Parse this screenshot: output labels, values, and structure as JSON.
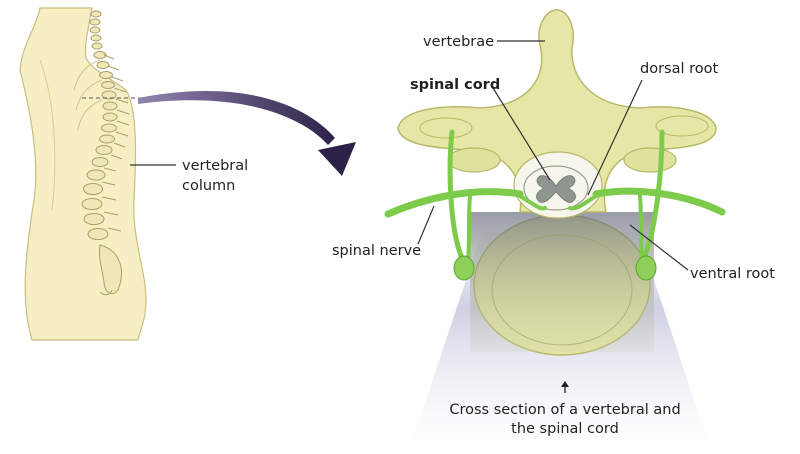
{
  "labels": {
    "vertebrae": "vertebrae",
    "spinal_cord": "spinal cord",
    "dorsal_root": "dorsal root",
    "vertebral_column_line1": "vertebral",
    "vertebral_column_line2": "column",
    "spinal_nerve": "spinal nerve",
    "ventral_root": "ventral root",
    "caption_line1": "Cross section of a vertebral and",
    "caption_line2": "the spinal cord"
  },
  "colors": {
    "skin": "#f7efc4",
    "bone": "#e6e7a6",
    "bone_outline": "#b8b86a",
    "nerve": "#7ccb4a",
    "cord_white": "#f6f6ec",
    "cord_grey": "#8f958f",
    "arrow": "#3a2a55",
    "shade": "#6f72a6"
  }
}
